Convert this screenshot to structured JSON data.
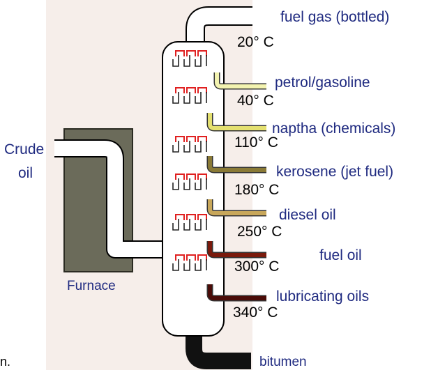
{
  "inputs": {
    "crude_label": [
      "Crude",
      "oil"
    ],
    "furnace_label": "Furnace"
  },
  "products": [
    {
      "label": "fuel gas (bottled)",
      "color": "#ffffff"
    },
    {
      "label": "petrol/gasoline",
      "color": "#f3f3b0"
    },
    {
      "label": "naptha (chemicals)",
      "color": "#e4e070"
    },
    {
      "label": "kerosene (jet fuel)",
      "color": "#8a7a36"
    },
    {
      "label": "diesel oil",
      "color": "#c8a75a"
    },
    {
      "label": "fuel oil",
      "color": "#7a1a0c"
    },
    {
      "label": "lubricating oils",
      "color": "#4a0c08"
    },
    {
      "label": "bitumen",
      "color": "#111111"
    }
  ],
  "temperatures": [
    "20° C",
    "40° C",
    "110° C",
    "180° C",
    "250° C",
    "300° C",
    "340° C"
  ],
  "bottom_left_fragment": "n.",
  "colors": {
    "background_panel": "#f6eeea",
    "furnace": "#6b6b5a",
    "tray_red": "#e02020",
    "tray_black": "#222222",
    "text": "#1f2a80"
  }
}
